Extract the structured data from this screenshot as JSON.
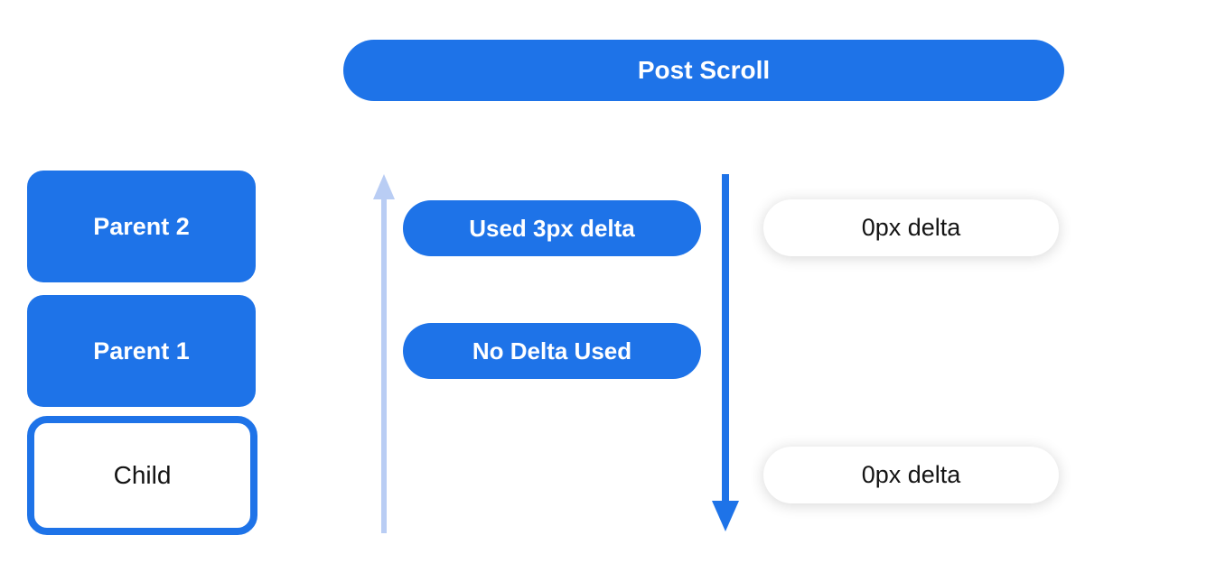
{
  "colors": {
    "primary_blue": "#1e73e8",
    "light_blue": "#b9cdf4",
    "pill_text_light": "#ffffff",
    "pill_text_dark": "#141414",
    "background": "#ffffff"
  },
  "header": {
    "label": "Post Scroll"
  },
  "scroll_chain": {
    "boxes": [
      {
        "label": "Parent 2",
        "style": "filled"
      },
      {
        "label": "Parent 1",
        "style": "filled"
      },
      {
        "label": "Child",
        "style": "outlined"
      }
    ]
  },
  "upward_lane": {
    "arrow_icon": "up-arrow",
    "pills": [
      {
        "label": "Used 3px delta"
      },
      {
        "label": "No Delta Used"
      }
    ]
  },
  "downward_lane": {
    "arrow_icon": "down-arrow",
    "pills": [
      {
        "label": "0px delta"
      },
      {
        "label": "0px delta"
      }
    ]
  }
}
